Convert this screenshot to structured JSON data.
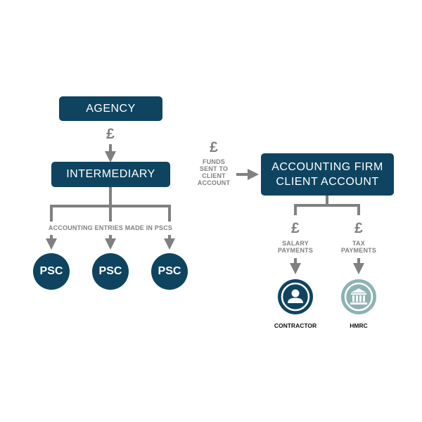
{
  "nodes": {
    "agency": "AGENCY",
    "intermediary": "INTERMEDIARY",
    "firm_line1": "ACCOUNTING FIRM",
    "firm_line2": "CLIENT ACCOUNT",
    "psc_1": "PSC",
    "psc_2": "PSC",
    "psc_3": "PSC",
    "contractor": "CONTRACTOR",
    "hmrc": "HMRC"
  },
  "labels": {
    "pound_symbol": "£",
    "funds_sent": [
      "FUNDS",
      "SENT TO",
      "CLIENT",
      "ACCOUNT"
    ],
    "accounting_entries": "ACCOUNTING ENTRIES MADE IN PSCS",
    "salary_payments": [
      "SALARY",
      "PAYMENTS"
    ],
    "tax_payments": [
      "TAX",
      "PAYMENTS"
    ]
  },
  "icons": {
    "contractor": "person-icon",
    "hmrc": "government-building-icon"
  },
  "colors": {
    "node_fill": "#0f4460",
    "node_text": "#ffffff",
    "connector": "#808080",
    "hmrc_icon": "#8eb1b4",
    "caption": "#111111"
  }
}
